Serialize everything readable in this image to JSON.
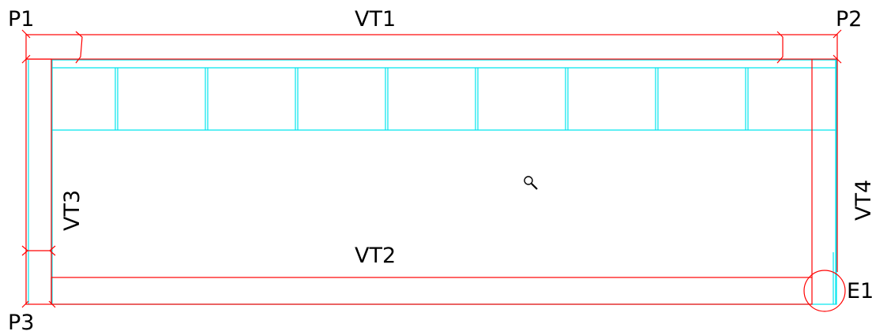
{
  "labels": {
    "p1": "P1",
    "p2": "P2",
    "p3": "P3",
    "vt1": "VT1",
    "vt2": "VT2",
    "vt3": "VT3",
    "vt4": "VT4",
    "e1": "E1"
  },
  "colors": {
    "beam_line": "#ff0000",
    "slab_line": "#00e5ee",
    "text": "#000000"
  },
  "slab_panel_count": 9,
  "icons": {
    "cursor": "magnifier-icon"
  }
}
